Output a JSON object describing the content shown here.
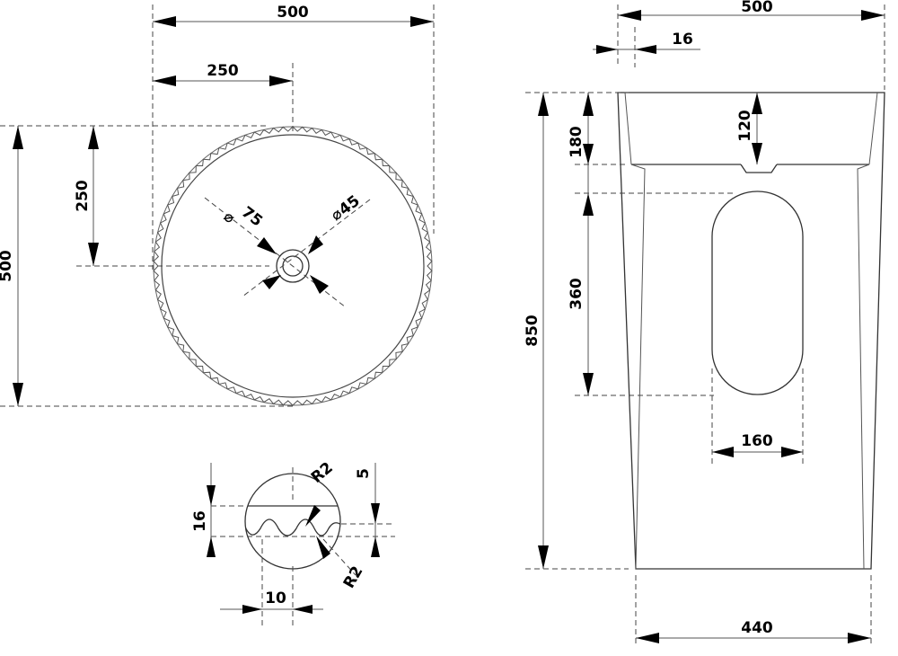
{
  "top_view": {
    "width_label": "500",
    "half_width_label": "250",
    "height_label": "500",
    "half_height_label": "250",
    "drain_outer_label": "75",
    "drain_inner_label": "45",
    "diameter_symbol": "⌀"
  },
  "detail_view": {
    "radius_top_label": "R2",
    "radius_bottom_label": "R2",
    "depth_label": "5",
    "thickness_label": "16",
    "pitch_label": "10"
  },
  "side_view": {
    "top_width_label": "500",
    "wall_label": "16",
    "total_height_label": "850",
    "basin_height_label": "180",
    "basin_depth_label": "120",
    "panel_height_label": "360",
    "panel_width_label": "160",
    "base_width_label": "440"
  }
}
